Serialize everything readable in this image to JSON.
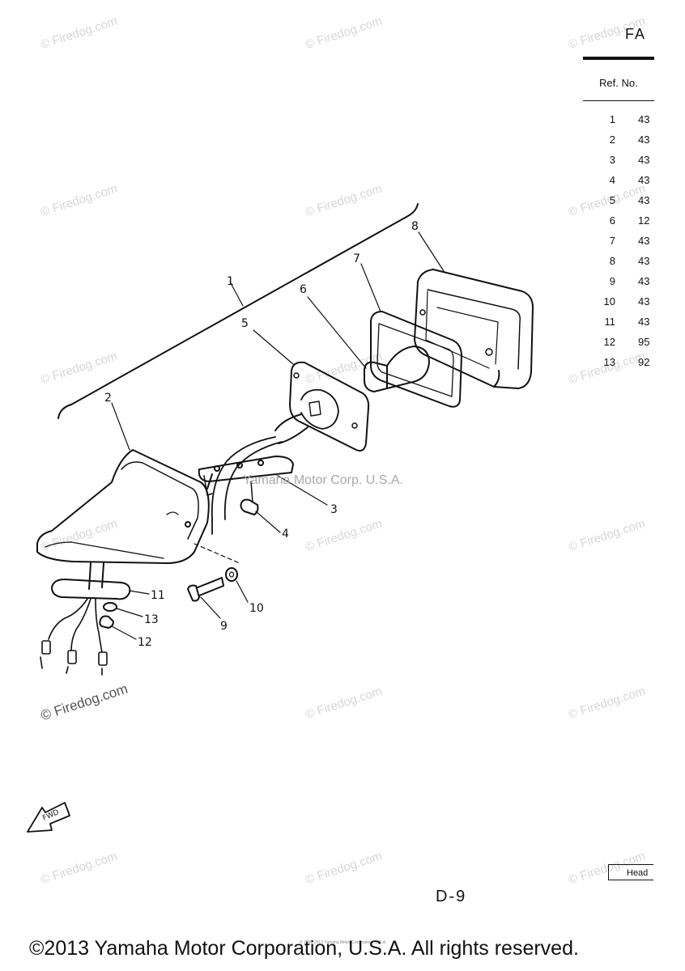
{
  "watermark_text": "© Firedog.com",
  "table": {
    "title_fragment": "FA",
    "header_ref": "Ref. No.",
    "rows": [
      {
        "ref": "1",
        "part": "43"
      },
      {
        "ref": "2",
        "part": "43"
      },
      {
        "ref": "3",
        "part": "43"
      },
      {
        "ref": "4",
        "part": "43"
      },
      {
        "ref": "5",
        "part": "43"
      },
      {
        "ref": "6",
        "part": "12"
      },
      {
        "ref": "7",
        "part": "43"
      },
      {
        "ref": "8",
        "part": "43"
      },
      {
        "ref": "9",
        "part": "43"
      },
      {
        "ref": "10",
        "part": "43"
      },
      {
        "ref": "11",
        "part": "43"
      },
      {
        "ref": "12",
        "part": "95"
      },
      {
        "ref": "13",
        "part": "92"
      }
    ]
  },
  "callouts": [
    "1",
    "2",
    "3",
    "4",
    "5",
    "6",
    "7",
    "8",
    "9",
    "10",
    "11",
    "12",
    "13"
  ],
  "diagram_credit": "Yamaha Motor Corp. U.S.A.",
  "fwd_label": "FWD",
  "head_tab_label": "Head",
  "page_code": "D-9",
  "tiny_note": "© 2006-2013 Yamaha Motor Corporation, U.S.A.",
  "copyright": "©2013 Yamaha Motor Corporation, U.S.A. All rights reserved."
}
